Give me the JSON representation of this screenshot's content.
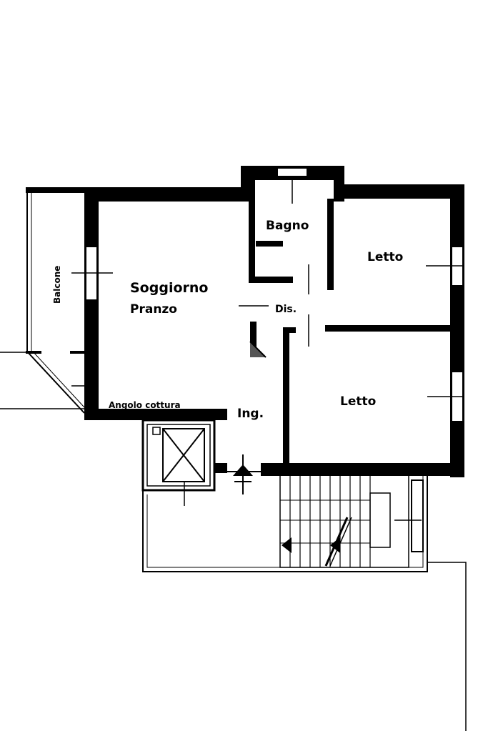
{
  "rooms": {
    "bagno": "Bagno",
    "letto_top": "Letto",
    "letto_bottom": "Letto",
    "soggiorno": "Soggiorno",
    "pranzo": "Pranzo",
    "dis": "Dis.",
    "ingresso": "Ing.",
    "angolo_cottura": "Angolo cottura",
    "balcone": "Balcone"
  },
  "colors": {
    "wall": "#000000",
    "background": "#ffffff",
    "door_fill": "#555555"
  }
}
